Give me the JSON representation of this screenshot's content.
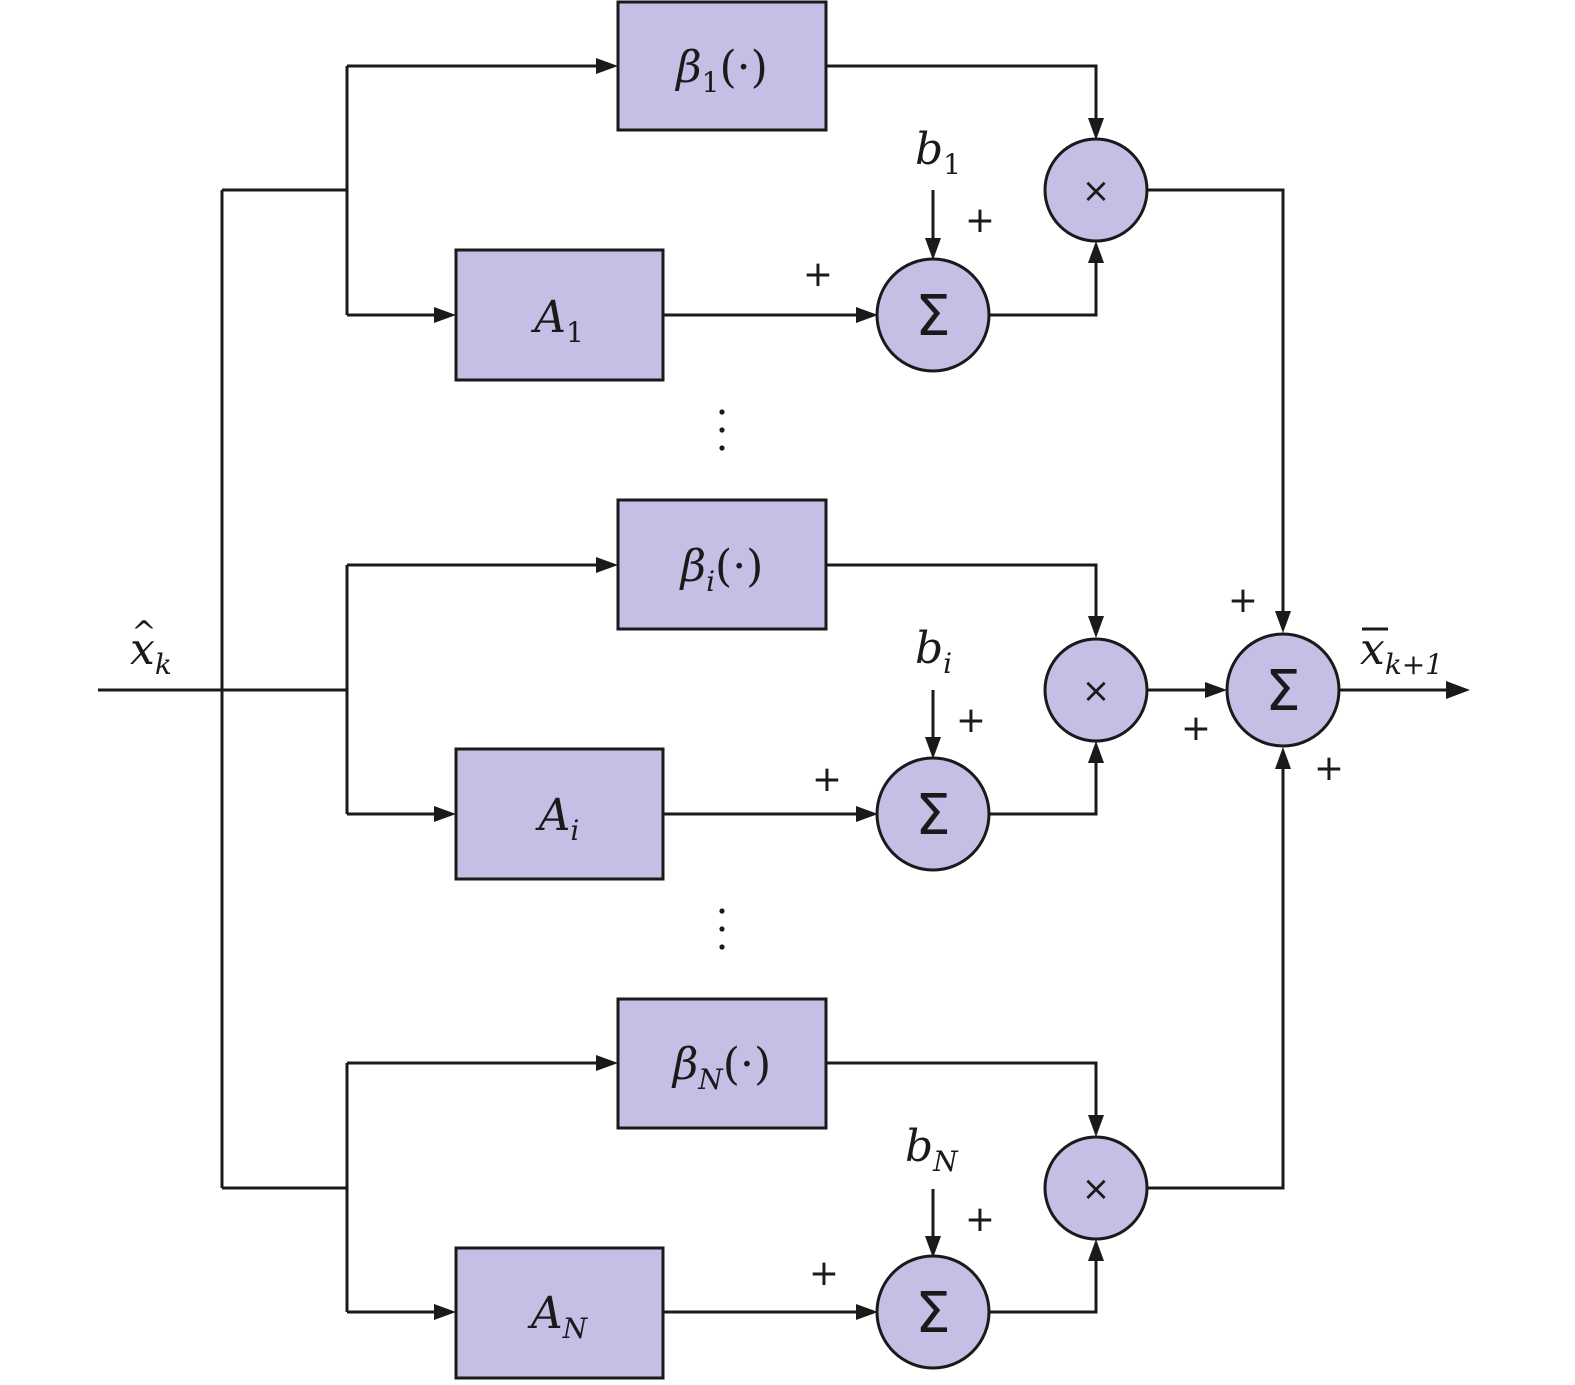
{
  "input": {
    "symbol": "x",
    "hat": "^",
    "sub": "k"
  },
  "output": {
    "symbol": "x",
    "sub": "k+1"
  },
  "branches": [
    {
      "beta": {
        "name": "β",
        "sub": "1",
        "arg": "(·)"
      },
      "A": {
        "name": "A",
        "sub": "1"
      },
      "b": {
        "name": "b",
        "sub": "1"
      }
    },
    {
      "beta": {
        "name": "β",
        "sub": "i",
        "arg": "(·)"
      },
      "A": {
        "name": "A",
        "sub": "i"
      },
      "b": {
        "name": "b",
        "sub": "i"
      }
    },
    {
      "beta": {
        "name": "β",
        "sub": "N",
        "arg": "(·)"
      },
      "A": {
        "name": "A",
        "sub": "N"
      },
      "b": {
        "name": "b",
        "sub": "N"
      }
    }
  ],
  "symbols": {
    "sum": "Σ",
    "multiply": "×",
    "plus": "+",
    "ellipsis": "⋮"
  },
  "colors": {
    "block_fill": "#c3bfe5",
    "line": "#1a1a1a"
  }
}
